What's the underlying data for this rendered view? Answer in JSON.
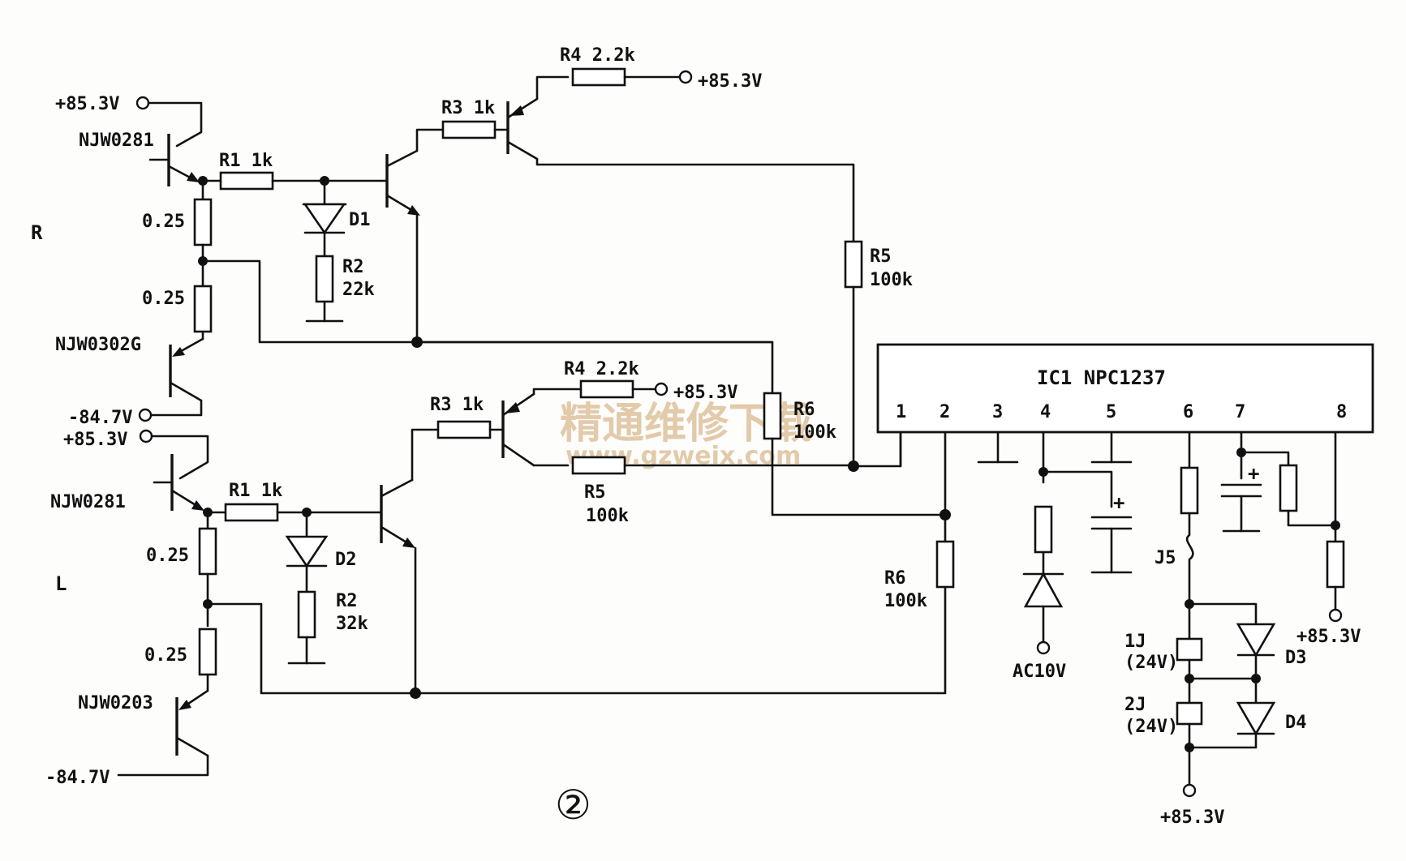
{
  "figure_number": "②",
  "channel_labels": {
    "r": "R",
    "l": "L"
  },
  "r_channel": {
    "upper_transistor": "NJW0281",
    "lower_transistor": "NJW0302G",
    "top_supply": "+85.3V",
    "bottom_supply": "-84.7V",
    "emitter_resistor_upper": "0.25",
    "emitter_resistor_lower": "0.25",
    "r1": "R1  1k",
    "d1": "D1",
    "r2_name": "R2",
    "r2_value": "22k",
    "r3": "R3  1k",
    "r4": "R4  2.2k",
    "r4_supply": "+85.3V",
    "r5_name": "R5",
    "r5_value": "100k",
    "r6_name": "R6",
    "r6_value": "100k"
  },
  "l_channel": {
    "upper_transistor": "NJW0281",
    "lower_transistor": "NJW0203",
    "top_supply": "+85.3V",
    "bottom_supply": "-84.7V",
    "emitter_resistor_upper": "0.25",
    "emitter_resistor_lower": "0.25",
    "r1": "R1  1k",
    "d2": "D2",
    "r2_name": "R2",
    "r2_value": "32k",
    "r3": "R3  1k",
    "r4": "R4  2.2k",
    "r4_supply": "+85.3V",
    "r5_name": "R5",
    "r5_value": "100k",
    "r6_name": "R6",
    "r6_value": "100k"
  },
  "ic": {
    "label": "IC1  NPC1237",
    "pins": [
      "1",
      "2",
      "3",
      "4",
      "5",
      "6",
      "7",
      "8"
    ]
  },
  "right_section": {
    "ac_input": "AC10V",
    "j5": "J5",
    "relay1_name": "1J",
    "relay1_rating": "(24V)",
    "relay2_name": "2J",
    "relay2_rating": "(24V)",
    "d3": "D3",
    "d4": "D4",
    "pin8_supply": "+85.3V",
    "relay_supply": "+85.3V",
    "cap_plus_1": "+",
    "cap_plus_2": "+"
  },
  "watermark": {
    "line1": "精通维修下载",
    "line2": "www.gzweix.com"
  },
  "colors": {
    "ink": "#111111",
    "paper": "#fdfdfb",
    "watermark": "#d9b990"
  }
}
